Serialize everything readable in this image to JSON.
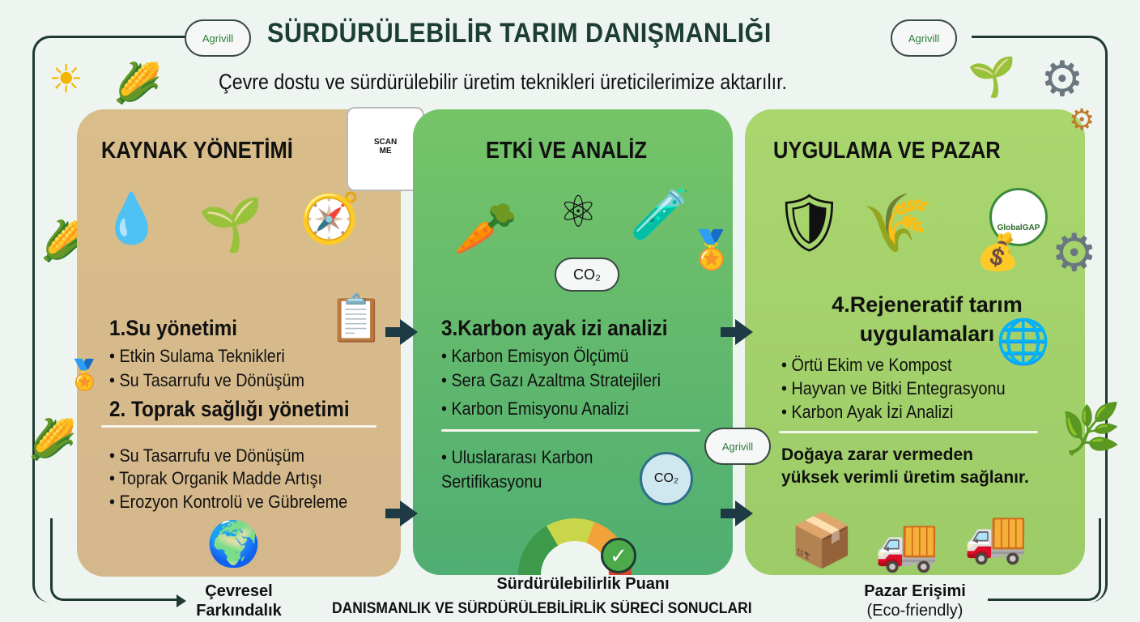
{
  "header": {
    "title": "SÜRDÜRÜLEBİLİR TARIM DANIŞMANLIĞI",
    "logo_text": "Agrivill",
    "subtitle": "Çevre dostu ve sürdürülebilir üretim teknikleri üreticilerimize aktarılır."
  },
  "qr": {
    "label": "SCAN ME"
  },
  "panels": [
    {
      "title": "KAYNAK YÖNETİMİ",
      "color": "#d7bc8c",
      "sections": [
        {
          "heading": "1.Su yönetimi",
          "items": [
            "Etkin Sulama Teknikleri",
            "Su Tasarrufu ve Dönüşüm"
          ]
        },
        {
          "heading": "2. Toprak sağlığı yönetimi",
          "items": [
            "Su Tasarrufu ve Dönüşüm",
            "Toprak Organik Madde Artışı",
            "Erozyon Kontrolü ve Gübreleme"
          ]
        }
      ],
      "caption": [
        "Çevresel",
        "Farkındalık"
      ]
    },
    {
      "title": "ETKİ VE ANALİZ",
      "color": "#5fb96c",
      "sections": [
        {
          "heading": "3.Karbon ayak izi analizi",
          "items": [
            "Karbon Emisyon Ölçümü",
            "Sera Gazı Azaltma Stratejileri",
            "Karbon Emisyonu Analizi"
          ]
        },
        {
          "heading": "",
          "items": [
            "Uluslararası Karbon Sertifikasyonu"
          ]
        }
      ],
      "co2_label": "CO₂",
      "caption": [
        "Sürdürülebilirlik Puanı"
      ]
    },
    {
      "title": "UYGULAMA VE PAZAR",
      "color": "#a3d06c",
      "sections": [
        {
          "heading": "4.Rejeneratif tarım uygulamaları",
          "items": [
            "Örtü Ekim ve Kompost",
            "Hayvan ve Bitki Entegrasyonu",
            "Karbon Ayak İzi Analizi"
          ]
        }
      ],
      "badge": "GlobalGAP",
      "statement": [
        "Doğaya zarar vermeden",
        "yüksek verimli üretim sağlanır."
      ],
      "caption": [
        "Pazar Erişimi",
        "(Eco-friendly)"
      ]
    }
  ],
  "footer": {
    "title": "DANISMANLIK VE SÜRDÜRÜLEBİLİRLİK SÜRECİ SONUCLARI"
  },
  "colors": {
    "background": "#eef5f1",
    "frame": "#1e3a33",
    "arrow": "#1e3a44"
  }
}
